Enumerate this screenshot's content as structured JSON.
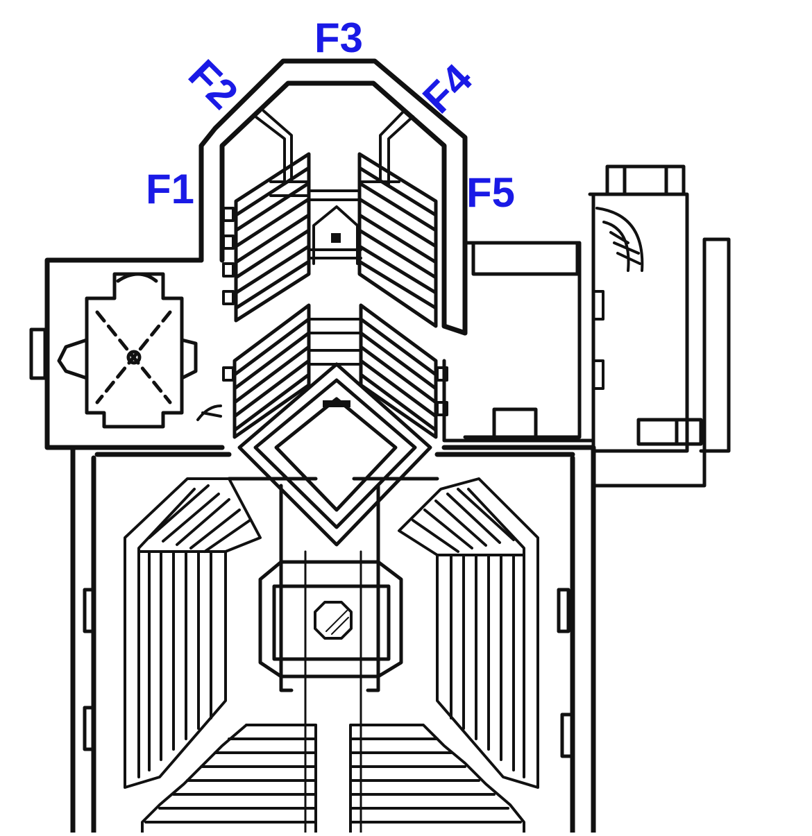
{
  "plan": {
    "labels": [
      "F1",
      "F2",
      "F3",
      "F4",
      "F5"
    ],
    "label_color": "#1a1ae6",
    "line_color": "#111111",
    "background": "#ffffff"
  }
}
